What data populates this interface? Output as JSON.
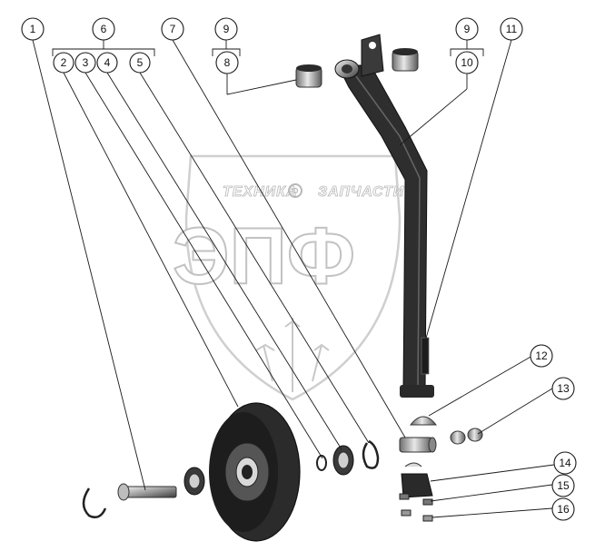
{
  "watermark": {
    "top_text_left": "ТЕХНИКА",
    "top_text_right": "ЗАПЧАСТИ",
    "logo_text": "ЭПФ"
  },
  "callouts": [
    {
      "id": "c1",
      "label": "1"
    },
    {
      "id": "c6",
      "label": "6"
    },
    {
      "id": "c2",
      "label": "2"
    },
    {
      "id": "c3",
      "label": "3"
    },
    {
      "id": "c4",
      "label": "4"
    },
    {
      "id": "c5",
      "label": "5"
    },
    {
      "id": "c7",
      "label": "7"
    },
    {
      "id": "c9a",
      "label": "9"
    },
    {
      "id": "c8",
      "label": "8"
    },
    {
      "id": "c9b",
      "label": "9"
    },
    {
      "id": "c10",
      "label": "10"
    },
    {
      "id": "c11",
      "label": "11"
    },
    {
      "id": "c12",
      "label": "12"
    },
    {
      "id": "c13",
      "label": "13"
    },
    {
      "id": "c14",
      "label": "14"
    },
    {
      "id": "c15",
      "label": "15"
    },
    {
      "id": "c16",
      "label": "16"
    }
  ]
}
